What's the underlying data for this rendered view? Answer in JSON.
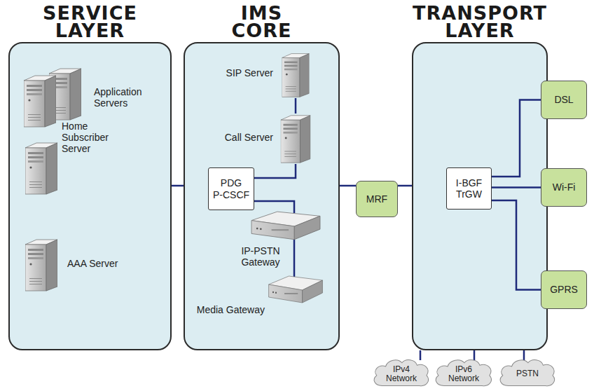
{
  "diagram": {
    "nodes": [
      {
        "text": [
          "SERVICE LAYER"
        ]
      },
      {
        "text": [
          "Application Servers"
        ],
        "in": 0
      },
      {
        "text": [
          "Home Subscriber Server"
        ],
        "in": 0
      },
      {
        "text": [
          "AAA Server"
        ],
        "in": 0
      },
      {
        "text": [
          "IMS CORE"
        ]
      },
      {
        "text": [
          "SIP Server"
        ],
        "in": 4
      },
      {
        "text": [
          "Call Server"
        ],
        "in": 4
      },
      {
        "text": [
          "PDG",
          "P-CSCF"
        ],
        "in": 4
      },
      {
        "text": [
          "IP-PSTN Gateway"
        ],
        "in": 4
      },
      {
        "text": [
          "Media Gateway"
        ],
        "in": 4
      },
      {
        "text": [
          "MRF"
        ]
      },
      {
        "text": [
          "TRANSPORT LAYER"
        ]
      },
      {
        "text": [
          "I-BGF",
          "TrGW"
        ],
        "in": 11
      },
      {
        "text": [
          "DSL"
        ]
      },
      {
        "text": [
          "Wi-Fi"
        ]
      },
      {
        "text": [
          "GPRS"
        ]
      },
      {
        "text": [
          "IPv4 Network"
        ]
      },
      {
        "text": [
          "IPv6 Network"
        ]
      },
      {
        "text": [
          "PSTN"
        ]
      }
    ],
    "edges": [
      {
        "from": 0,
        "to": 4,
        "arrow": "none"
      },
      {
        "from": 4,
        "to": 10,
        "arrow": "none"
      },
      {
        "from": 10,
        "to": 11,
        "arrow": "none"
      },
      {
        "from": 5,
        "to": 6,
        "arrow": "none"
      },
      {
        "from": 6,
        "to": 7,
        "arrow": "none"
      },
      {
        "from": 7,
        "to": 8,
        "arrow": "none"
      },
      {
        "from": 8,
        "to": 9,
        "arrow": "none"
      },
      {
        "from": 12,
        "to": 13,
        "arrow": "none"
      },
      {
        "from": 12,
        "to": 14,
        "arrow": "none"
      },
      {
        "from": 12,
        "to": 15,
        "arrow": "none"
      },
      {
        "from": 11,
        "to": 16,
        "arrow": "none"
      },
      {
        "from": 11,
        "to": 17,
        "arrow": "none"
      },
      {
        "from": 11,
        "to": 18,
        "arrow": "none"
      }
    ]
  }
}
